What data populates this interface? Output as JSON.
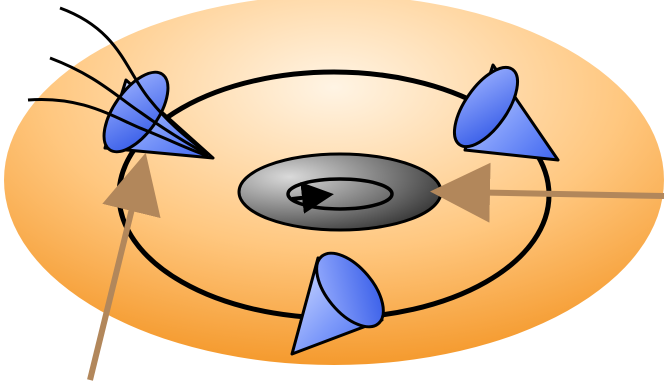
{
  "diagram": {
    "colors": {
      "disk_light": "#FFF4E4",
      "disk_dark": "#F39321",
      "ring": "#000000",
      "cone_light": "#D6E0FF",
      "cone_dark": "#3F66F0",
      "hub_light": "#DADADA",
      "hub_dark": "#333333",
      "arrow": "#B2875B",
      "lines": "#000000"
    },
    "elements": {
      "outer_disk": "orange-disk",
      "track": "circular-track",
      "hub": "central-rotating-hub",
      "cones": [
        "cone-top-left",
        "cone-top-right",
        "cone-bottom"
      ],
      "arrows": [
        "pointer-arrow-hub",
        "pointer-arrow-cone"
      ],
      "strands": [
        "incoming-strand-1",
        "incoming-strand-2",
        "incoming-strand-3"
      ]
    }
  }
}
